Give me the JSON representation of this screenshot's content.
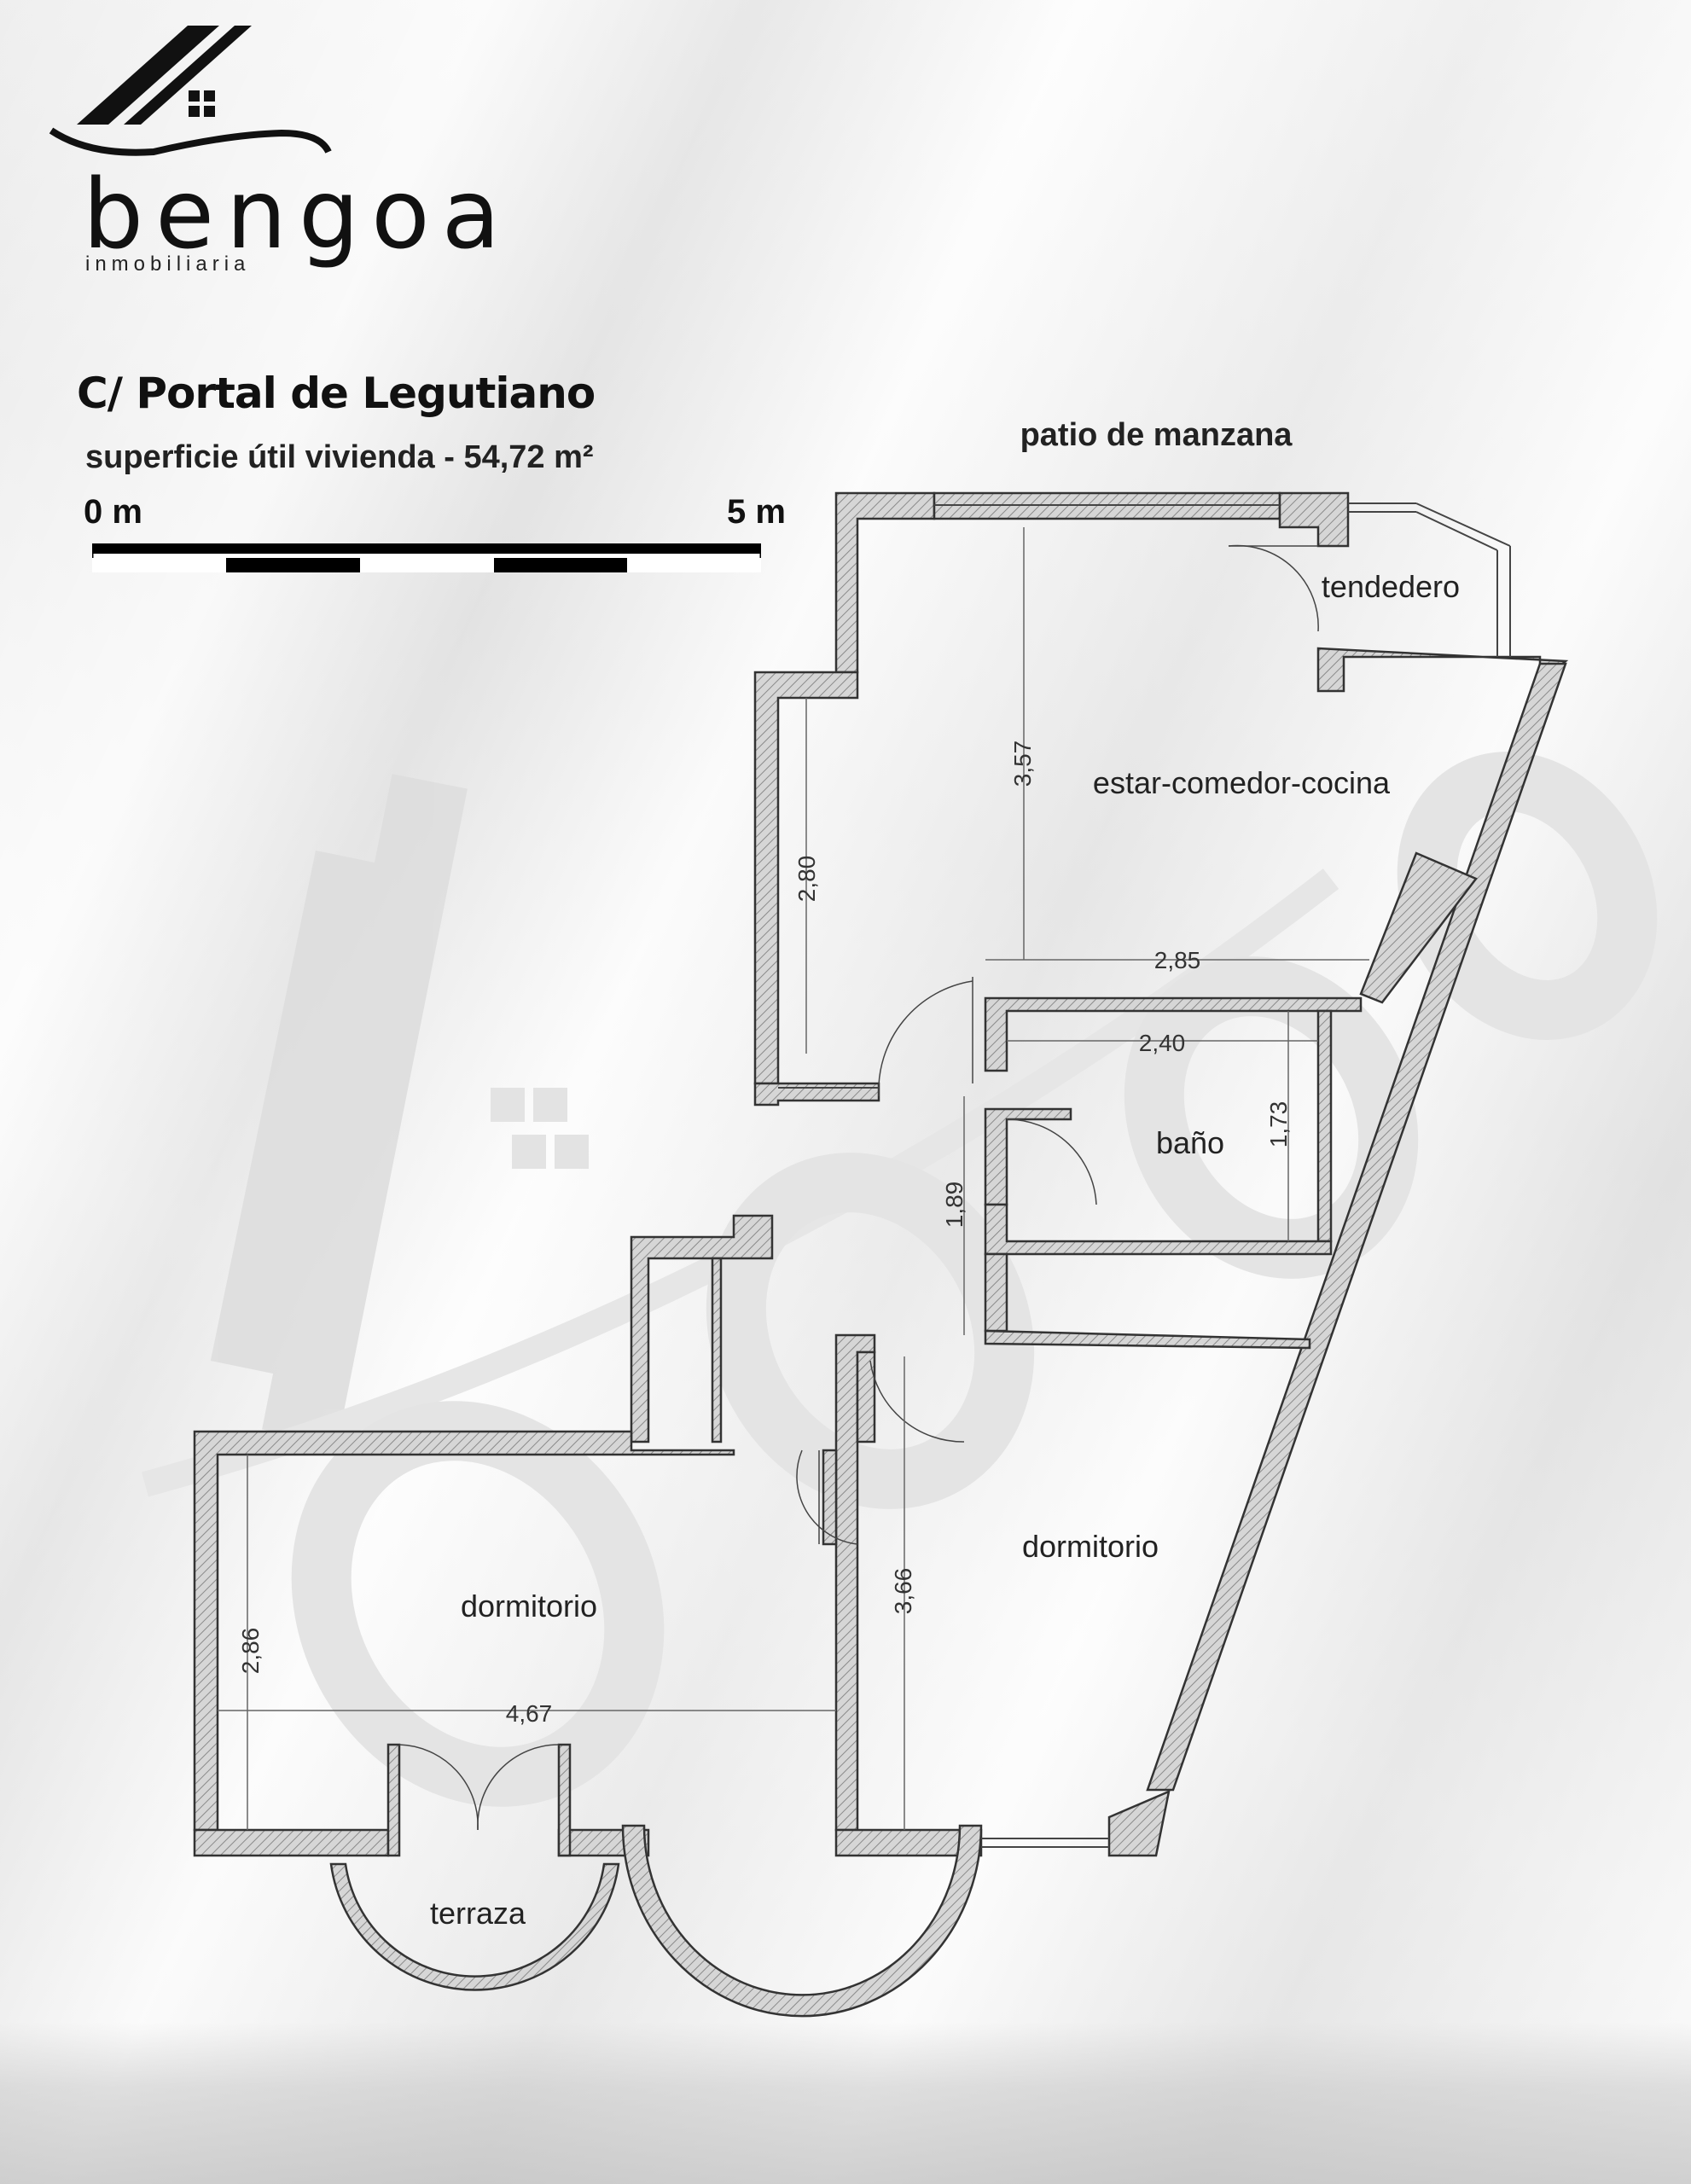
{
  "brand": {
    "name": "bengoa",
    "tagline": "inmobiliaria"
  },
  "header": {
    "street": "C/ Portal de Legutiano",
    "surface": "superficie útil vivienda - 54,72 m²",
    "scale_start": "0 m",
    "scale_end": "5 m"
  },
  "plan": {
    "patio_label": "patio de manzana",
    "rooms": {
      "tendedero": "tendedero",
      "living": "estar-comedor-cocina",
      "bath": "baño",
      "bedroom_left": "dormitorio",
      "bedroom_right": "dormitorio",
      "terrace": "terraza"
    },
    "dimensions": {
      "living_height": "3,57",
      "living_left_height": "2,80",
      "living_width": "2,85",
      "bath_width": "2,40",
      "bath_height": "1,73",
      "hall_height": "1,89",
      "bedroom_right_height": "3,66",
      "bedroom_left_height": "2,86",
      "bedroom_left_width": "4,67"
    }
  },
  "colors": {
    "wall_fill": "#d9d9d9",
    "wall_stroke": "#333333",
    "watermark": "#e2e2e2"
  }
}
